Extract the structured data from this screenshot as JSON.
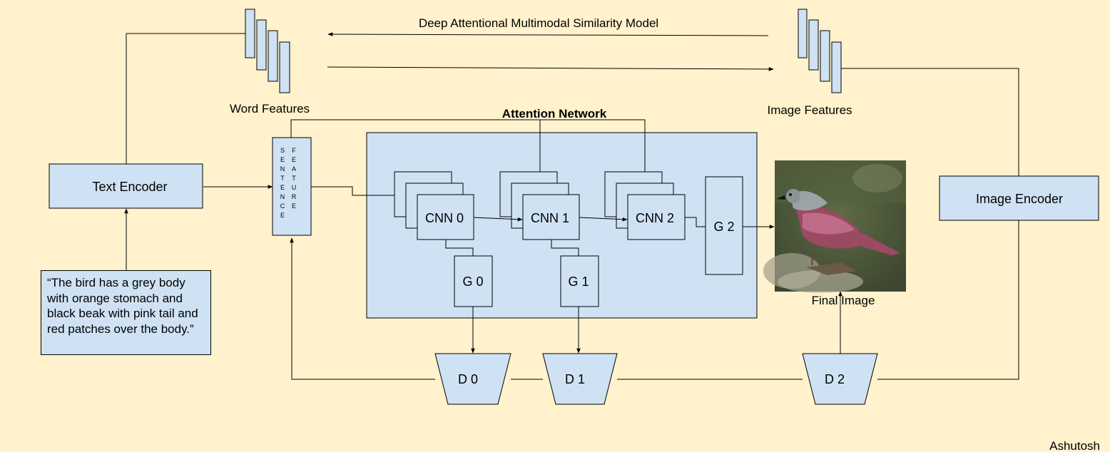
{
  "title": "Deep Attentional Multimodal Similarity Model",
  "word_features_label": "Word Features",
  "image_features_label": "Image Features",
  "attention_network_label": "Attention Network",
  "text_encoder_label": "Text Encoder",
  "image_encoder_label": "Image Encoder",
  "sentence_feature": {
    "col1": [
      "S",
      "E",
      "N",
      "T",
      "E",
      "N",
      "C",
      "E"
    ],
    "col2": [
      "F",
      "E",
      "A",
      "T",
      "U",
      "R",
      "E"
    ]
  },
  "cnn_labels": [
    "CNN 0",
    "CNN 1",
    "CNN 2"
  ],
  "generator_labels": [
    "G 0",
    "G 1",
    "G 2"
  ],
  "discriminator_labels": [
    "D 0",
    "D 1",
    "D 2"
  ],
  "final_image_label": "Final Image",
  "input_text": "“The bird has a grey body with orange stomach and black beak with pink tail and red patches over the body.”",
  "author": "Ashutosh",
  "colors": {
    "background": "#fff2cc",
    "box_fill": "#cfe2f3",
    "stroke": "#000000"
  }
}
